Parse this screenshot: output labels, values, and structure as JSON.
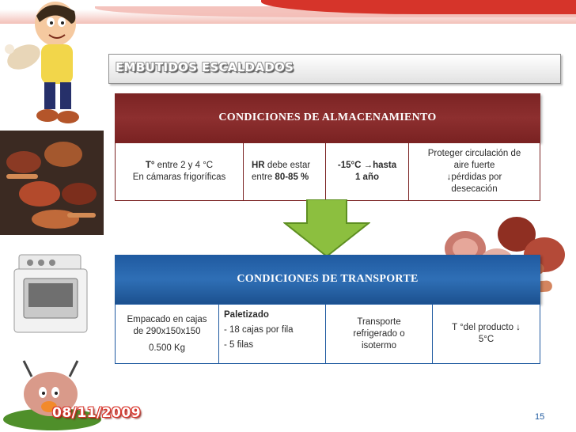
{
  "slide": {
    "title": "EMBUTIDOS ESCALDADOS",
    "page_number": "15",
    "date": "08/11/2009"
  },
  "storage": {
    "header": "CONDICIONES DE ALMACENAMIENTO",
    "cells": [
      {
        "label_bold": "T°",
        "label": " entre 2 y 4 °C",
        "line2": "En cámaras frigoríficas"
      },
      {
        "label_bold": "HR",
        "label": " debe estar",
        "line2_prefix": "entre ",
        "line2_bold": "80-85 %"
      },
      {
        "line1_bold": "-15°C →hasta",
        "line2_bold": "1 año"
      },
      {
        "line1": "Proteger circulación de",
        "line2": "aire fuerte",
        "line3": "↓pérdidas por",
        "line4": "desecación"
      }
    ]
  },
  "transport": {
    "header": "CONDICIONES DE TRANSPORTE",
    "cells": [
      {
        "line1": "Empacado en cajas",
        "line2": "de 290x150x150",
        "line3": "0.500 Kg"
      },
      {
        "title": "Paletizado",
        "line2": "- 18 cajas por fila",
        "line3": "- 5 filas"
      },
      {
        "line1": "Transporte",
        "line2": "refrigerado o",
        "line3": "isotermo"
      },
      {
        "line1": "T °del producto ↓",
        "line2": "5°C"
      }
    ]
  },
  "colors": {
    "storage_band": "#7b2323",
    "transport_band": "#1f5aa0",
    "arrow": "#8cbf3f",
    "accent_red": "#d6342a"
  }
}
